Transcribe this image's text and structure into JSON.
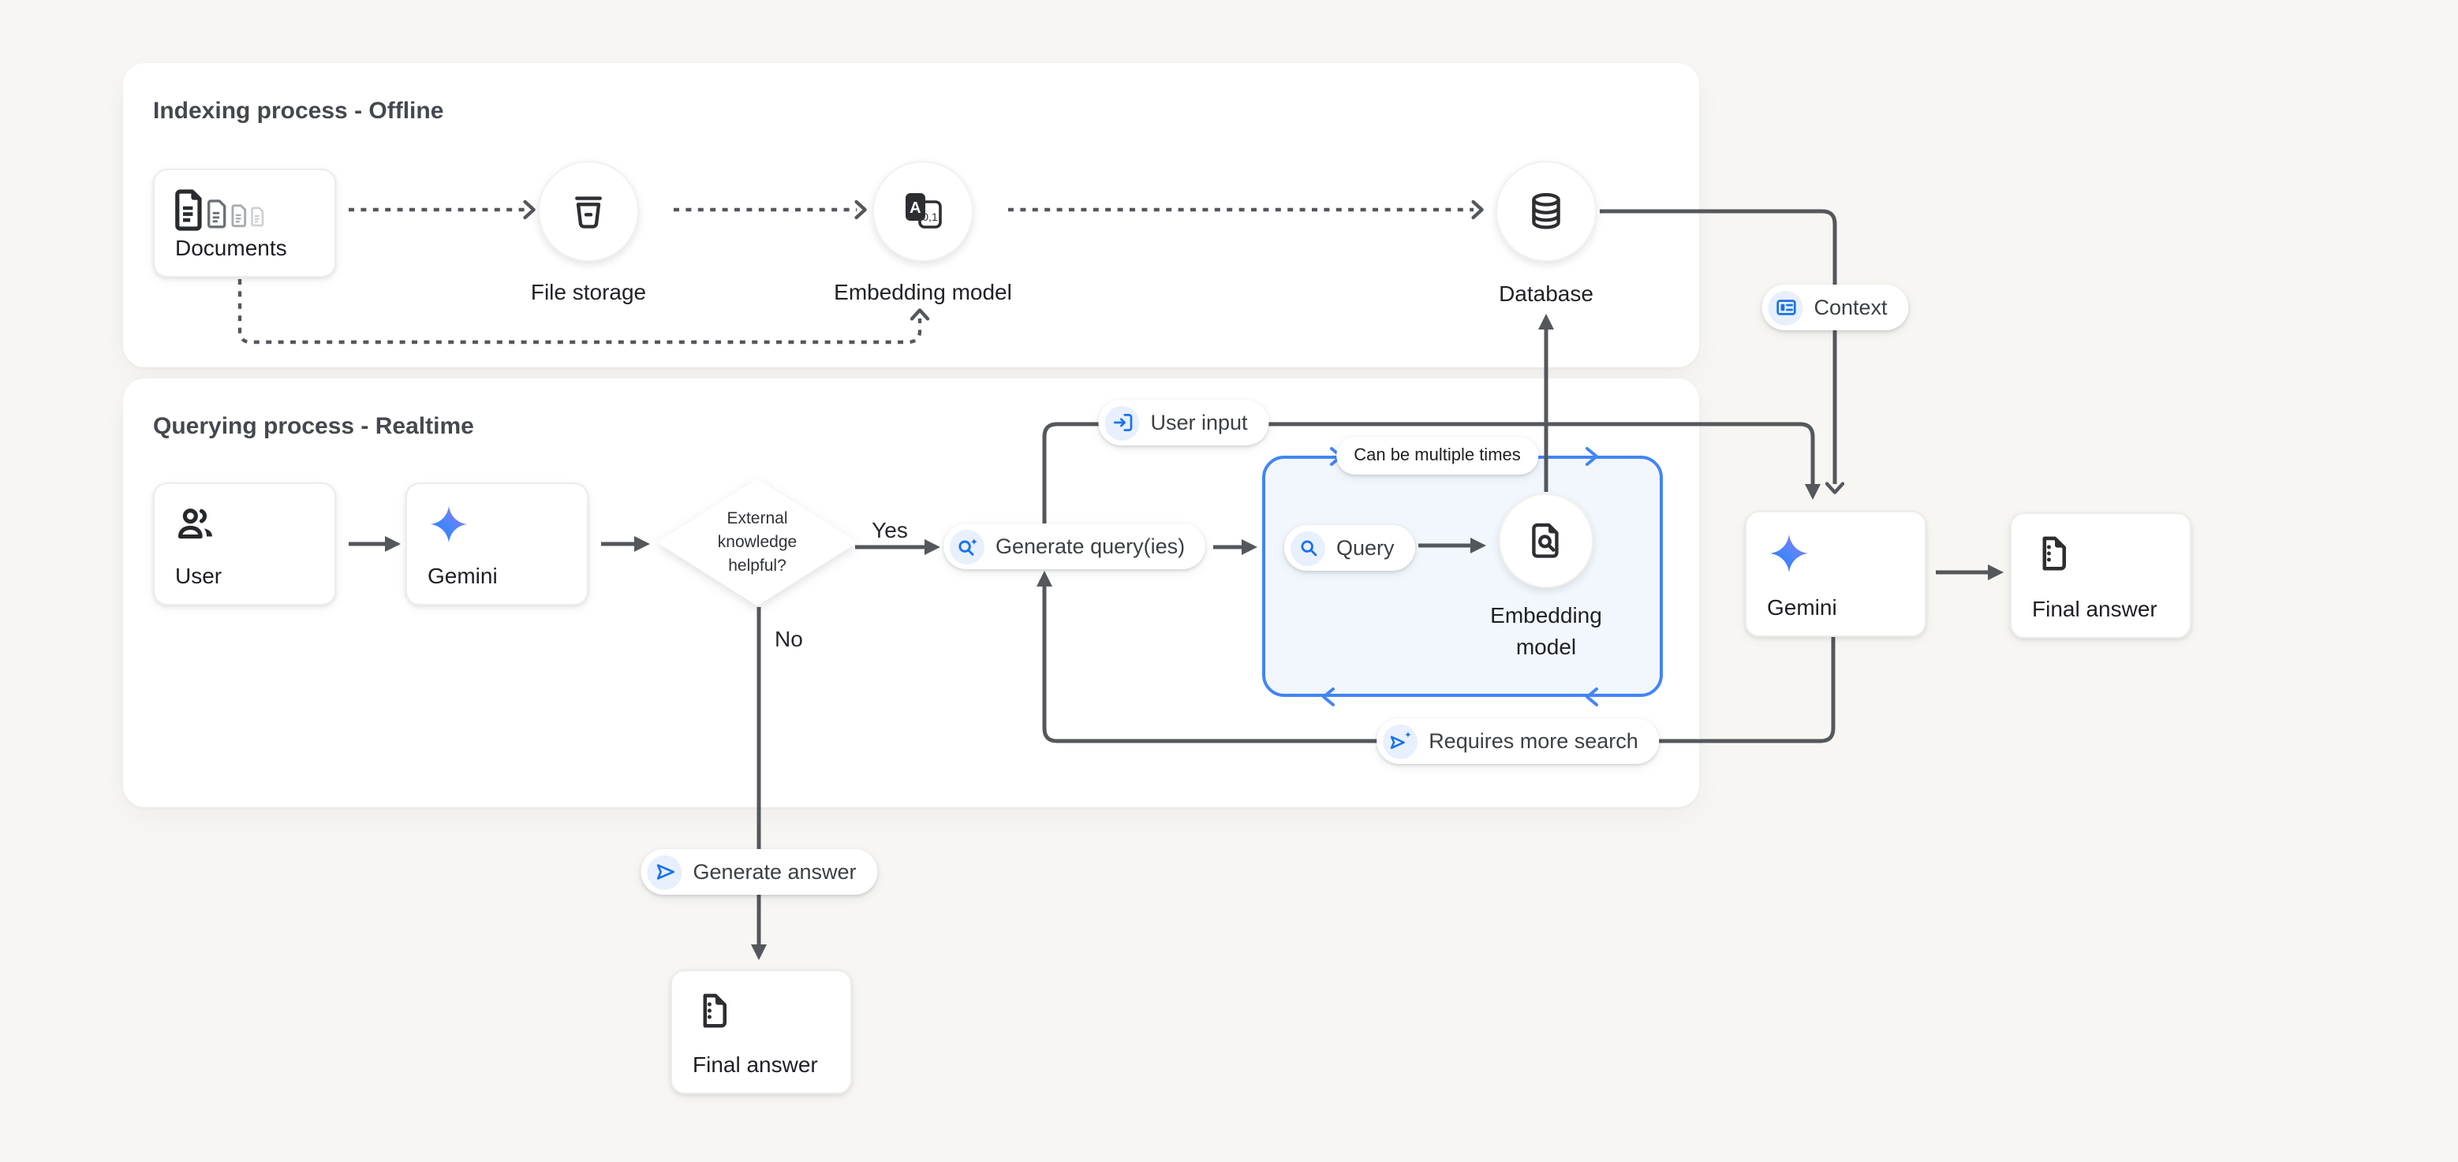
{
  "colors": {
    "page_bg": "#f7f6f3",
    "panel_bg": "#ffffff",
    "line_dark": "#54575c",
    "accent_blue": "#4285f4",
    "icon_blue": "#1a73e8",
    "icon_circle_bg": "#e8f0fe",
    "loop_box_fill": "#f2f7fd",
    "gemini_gradient": [
      "#1f7cf9",
      "#a96ff8"
    ],
    "text_dark": "#1d1f23"
  },
  "indexing": {
    "title": "Indexing process - Offline",
    "documents_label": "Documents",
    "file_storage_label": "File storage",
    "embedding_model_label": "Embedding model",
    "database_label": "Database"
  },
  "querying": {
    "title": "Querying process - Realtime",
    "user_label": "User",
    "gemini_label": "Gemini",
    "decision": {
      "line1": "External",
      "line2": "knowledge",
      "line3": "helpful?",
      "yes": "Yes",
      "no": "No"
    },
    "loop_box": {
      "embedding_line1": "Embedding",
      "embedding_line2": "model"
    },
    "gemini_right_label": "Gemini",
    "final_answer_right_label": "Final answer",
    "final_answer_bottom_label": "Final answer"
  },
  "pills": {
    "context": "Context",
    "user_input": "User input",
    "can_be_multiple_times": "Can be multiple times",
    "query": "Query",
    "generate_queries": "Generate query(ies)",
    "requires_more_search": "Requires more search",
    "generate_answer": "Generate answer"
  },
  "icons": {
    "documents": "document-stack-icon",
    "file_storage": "storage-bucket-icon",
    "embedding_model": "translate-embedding-icon",
    "database": "database-cylinder-icon",
    "user": "people-icon",
    "gemini": "gemini-sparkle-icon",
    "final_answer": "document-dotted-icon",
    "embedding_model_query": "document-search-icon",
    "context": "article-icon",
    "user_input": "login-arrow-icon",
    "query": "search-icon",
    "generate_queries": "search-sparkle-icon",
    "requires_more_search": "send-sparkle-icon",
    "generate_answer": "send-icon"
  }
}
